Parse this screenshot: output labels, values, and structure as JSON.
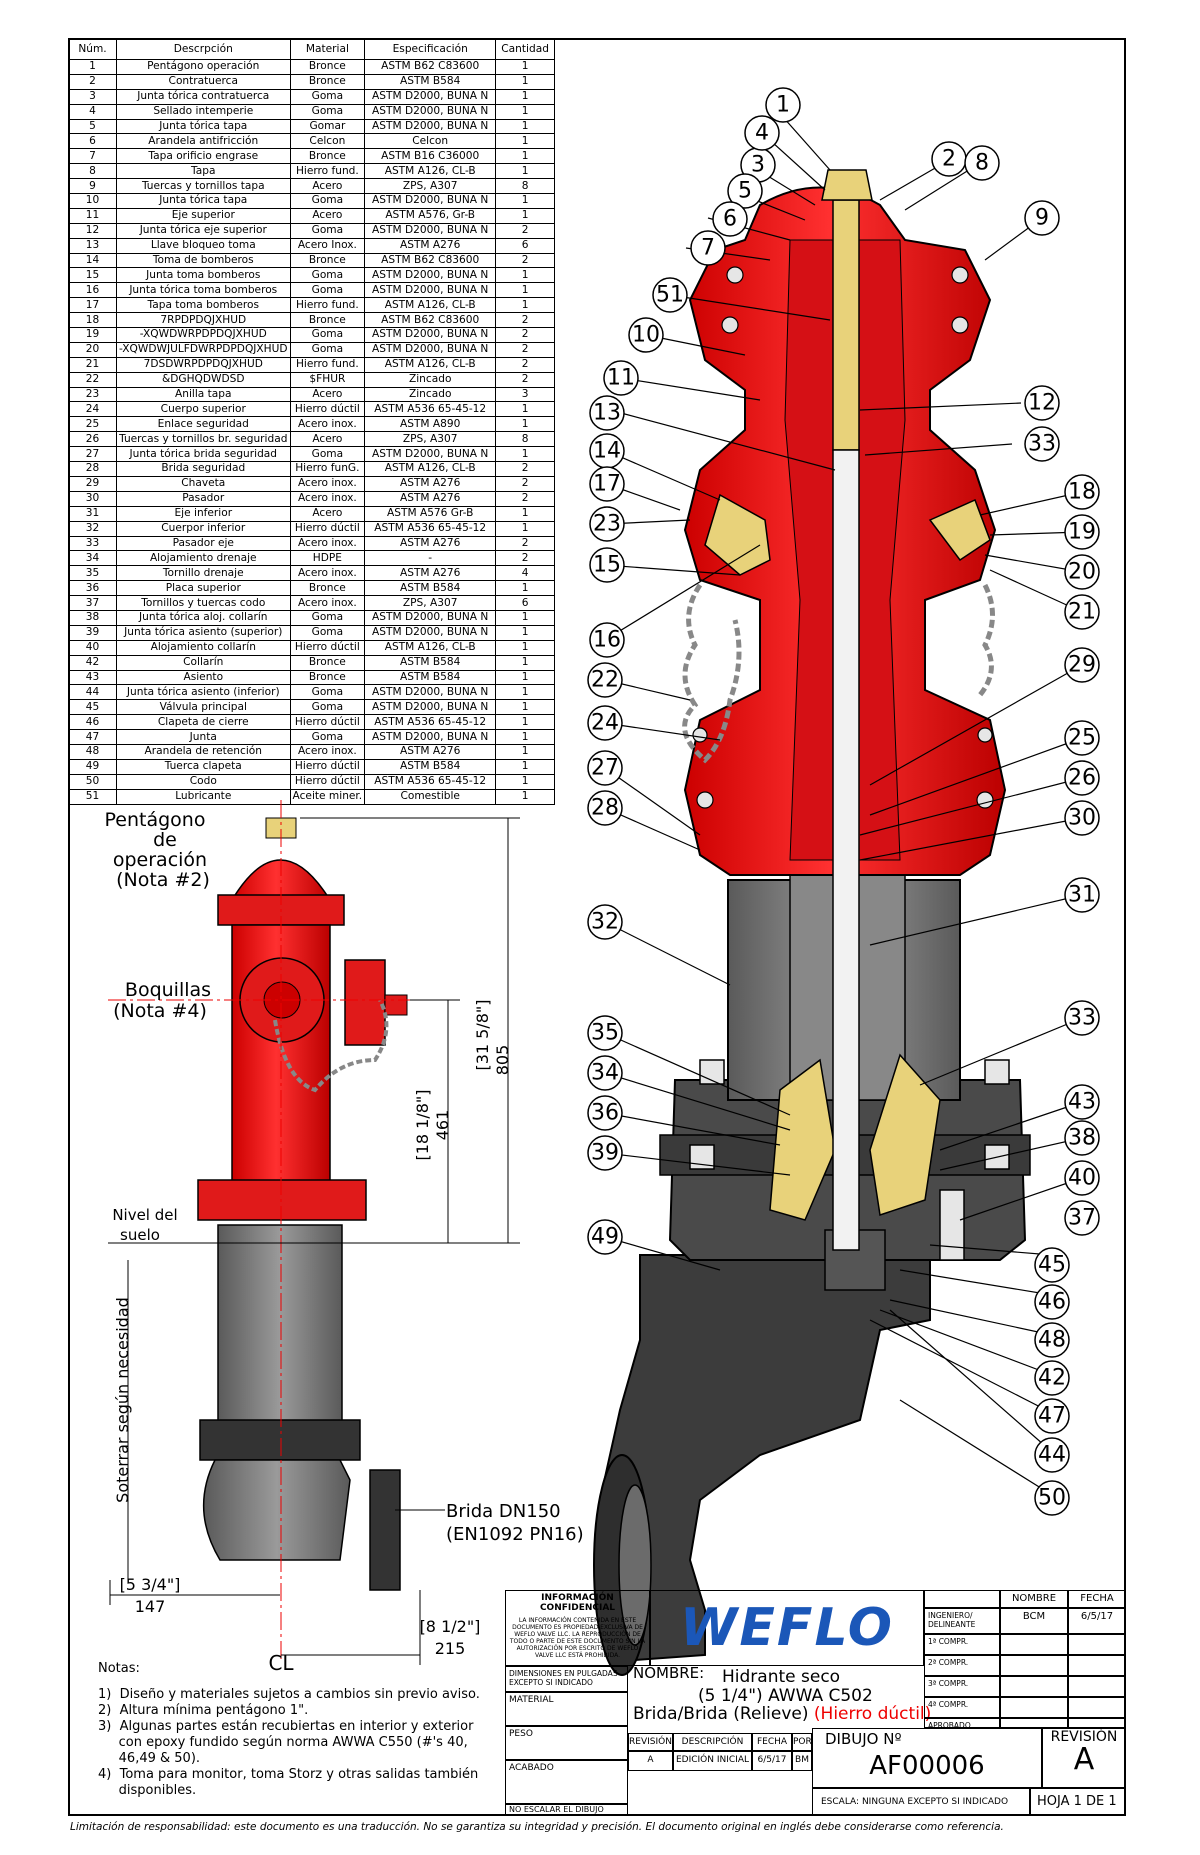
{
  "bom": {
    "headers": [
      "Núm.",
      "Descrpción",
      "Material",
      "Especificación",
      "Cantidad"
    ],
    "rows": [
      [
        "1",
        "Pentágono operación",
        "Bronce",
        "ASTM B62 C83600",
        "1"
      ],
      [
        "2",
        "Contratuerca",
        "Bronce",
        "ASTM B584",
        "1"
      ],
      [
        "3",
        "Junta tórica contratuerca",
        "Goma",
        "ASTM D2000, BUNA N",
        "1"
      ],
      [
        "4",
        "Sellado intemperie",
        "Goma",
        "ASTM D2000, BUNA N",
        "1"
      ],
      [
        "5",
        "Junta tórica tapa",
        "Gomar",
        "ASTM D2000, BUNA N",
        "1"
      ],
      [
        "6",
        "Arandela antifricción",
        "Celcon",
        "Celcon",
        "1"
      ],
      [
        "7",
        "Tapa orificio engrase",
        "Bronce",
        "ASTM B16 C36000",
        "1"
      ],
      [
        "8",
        "Tapa",
        "Hierro fund.",
        "ASTM A126, CL-B",
        "1"
      ],
      [
        "9",
        "Tuercas y tornillos tapa",
        "Acero",
        "ZPS, A307",
        "8"
      ],
      [
        "10",
        "Junta tórica tapa",
        "Goma",
        "ASTM D2000, BUNA N",
        "1"
      ],
      [
        "11",
        "Eje superior",
        "Acero",
        "ASTM A576, Gr-B",
        "1"
      ],
      [
        "12",
        "Junta tórica eje superior",
        "Goma",
        "ASTM D2000, BUNA N",
        "2"
      ],
      [
        "13",
        "Llave bloqueo toma",
        "Acero Inox.",
        "ASTM A276",
        "6"
      ],
      [
        "14",
        "Toma de bomberos",
        "Bronce",
        "ASTM B62 C83600",
        "2"
      ],
      [
        "15",
        "Junta toma bomberos",
        "Goma",
        "ASTM D2000, BUNA N",
        "1"
      ],
      [
        "16",
        "Junta tórica toma bomberos",
        "Goma",
        "ASTM D2000, BUNA N",
        "1"
      ],
      [
        "17",
        "Tapa toma bomberos",
        "Hierro fund.",
        "ASTM A126, CL-B",
        "1"
      ],
      [
        "18",
        "7RPDPDQJXHUD",
        "Bronce",
        "ASTM B62 C83600",
        "2"
      ],
      [
        "19",
        "-XQWDWRPDPDQJXHUD",
        "Goma",
        "ASTM D2000, BUNA N",
        "2"
      ],
      [
        "20",
        "-XQWDWJULFDWRPDPDQJXHUD",
        "Goma",
        "ASTM D2000, BUNA N",
        "2"
      ],
      [
        "21",
        "7DSDWRPDPDQJXHUD",
        "Hierro fund.",
        "ASTM A126, CL-B",
        "2"
      ],
      [
        "22",
        "&DGHQDWDSD",
        "$FHUR",
        "Zincado",
        "2"
      ],
      [
        "23",
        "Anilla tapa",
        "Acero",
        "Zincado",
        "3"
      ],
      [
        "24",
        "Cuerpo superior",
        "Hierro dúctil",
        "ASTM A536 65-45-12",
        "1"
      ],
      [
        "25",
        "Enlace seguridad",
        "Acero inox.",
        "ASTM A890",
        "1"
      ],
      [
        "26",
        "Tuercas y tornillos br. seguridad",
        "Acero",
        "ZPS, A307",
        "8"
      ],
      [
        "27",
        "Junta tórica brida seguridad",
        "Goma",
        "ASTM D2000, BUNA N",
        "1"
      ],
      [
        "28",
        "Brida seguridad",
        "Hierro funG.",
        "ASTM A126, CL-B",
        "2"
      ],
      [
        "29",
        "Chaveta",
        "Acero inox.",
        "ASTM A276",
        "2"
      ],
      [
        "30",
        "Pasador",
        "Acero inox.",
        "ASTM A276",
        "2"
      ],
      [
        "31",
        "Eje inferior",
        "Acero",
        "ASTM A576 Gr-B",
        "1"
      ],
      [
        "32",
        "Cuerpor inferior",
        "Hierro dúctil",
        "ASTM A536 65-45-12",
        "1"
      ],
      [
        "33",
        "Pasador eje",
        "Acero inox.",
        "ASTM A276",
        "2"
      ],
      [
        "34",
        "Alojamiento drenaje",
        "HDPE",
        "-",
        "2"
      ],
      [
        "35",
        "Tornillo drenaje",
        "Acero inox.",
        "ASTM A276",
        "4"
      ],
      [
        "36",
        "Placa superior",
        "Bronce",
        "ASTM B584",
        "1"
      ],
      [
        "37",
        "Tornillos y tuercas codo",
        "Acero inox.",
        "ZPS, A307",
        "6"
      ],
      [
        "38",
        "Junta tórica aloj. collarín",
        "Goma",
        "ASTM D2000, BUNA N",
        "1"
      ],
      [
        "39",
        "Junta tórica asiento (superior)",
        "Goma",
        "ASTM D2000, BUNA N",
        "1"
      ],
      [
        "40",
        "Alojamiento collarín",
        "Hierro dúctil",
        "ASTM A126, CL-B",
        "1"
      ],
      [
        "42",
        "Collarín",
        "Bronce",
        "ASTM B584",
        "1"
      ],
      [
        "43",
        "Asiento",
        "Bronce",
        "ASTM B584",
        "1"
      ],
      [
        "44",
        "Junta tórica asiento (inferior)",
        "Goma",
        "ASTM D2000, BUNA N",
        "1"
      ],
      [
        "45",
        "Válvula principal",
        "Goma",
        "ASTM D2000, BUNA N",
        "1"
      ],
      [
        "46",
        "Clapeta de cierre",
        "Hierro dúctil",
        "ASTM A536 65-45-12",
        "1"
      ],
      [
        "47",
        "Junta",
        "Goma",
        "ASTM D2000, BUNA N",
        "1"
      ],
      [
        "48",
        "Arandela de retención",
        "Acero inox.",
        "ASTM A276",
        "1"
      ],
      [
        "49",
        "Tuerca clapeta",
        "Hierro dúctil",
        "ASTM B584",
        "1"
      ],
      [
        "50",
        "Codo",
        "Hierro dúctil",
        "ASTM A536 65-45-12",
        "1"
      ],
      [
        "51",
        "Lubricante",
        "Aceite miner.",
        "Comestible",
        "1"
      ]
    ]
  },
  "side_view": {
    "operating_nut_label": [
      "Pentágono",
      "de",
      "operación",
      "(Nota #2)"
    ],
    "nozzle_label": [
      "Boquillas",
      "(Nota #4)"
    ],
    "ground_label": [
      "Nivel del",
      "suelo"
    ],
    "bury_label": "Soterrar según necesidad",
    "flange_label": [
      "Brida DN150",
      "(EN1092 PN16)"
    ],
    "dim_total_in": "[31 5/8\"]",
    "dim_total_mm": "805",
    "dim_nozzle_in": "[18 1/8\"]",
    "dim_nozzle_mm": "461",
    "dim_base_in": "[5 3/4\"]",
    "dim_base_mm": "147",
    "dim_flange_in": "[8 1/2\"]",
    "dim_flange_mm": "215",
    "centerline": "CL"
  },
  "callouts": [
    "1",
    "2",
    "3",
    "4",
    "5",
    "6",
    "7",
    "8",
    "9",
    "10",
    "11",
    "12",
    "13",
    "14",
    "15",
    "16",
    "17",
    "18",
    "19",
    "20",
    "21",
    "22",
    "23",
    "24",
    "25",
    "26",
    "27",
    "28",
    "29",
    "30",
    "31",
    "32",
    "33",
    "33",
    "34",
    "35",
    "36",
    "37",
    "38",
    "39",
    "40",
    "42",
    "43",
    "44",
    "45",
    "46",
    "47",
    "48",
    "49",
    "50",
    "51"
  ],
  "notes": {
    "title": "Notas:",
    "items": [
      "1)  Diseño y materiales sujetos a cambios sin previo aviso.",
      "2)  Altura mínima pentágono 1\".",
      "3)  Algunas partes están recubiertas en interior y exterior",
      "     con epoxy fundido según norma AWWA C550 (#'s 40,",
      "     46,49 & 50).",
      "4)  Toma para monitor, toma Storz y otras salidas también",
      "     disponibles."
    ]
  },
  "title_block": {
    "confidential_title": "INFORMACIÓN CONFIDENCIAL",
    "confidential_text": "LA INFORMACIÓN CONTENIDA EN ESTE DOCUMENTO ES PROPIEDAD EXCLUSIVA DE WEFLO VALVE LLC. LA REPRODUCCIÓN DE TODO O PARTE DE ESTE DOCUMENTO SIN LA AUTORIZACIÓN POR ESCRITO DE WEFLO VALVE LLC ESTÁ PROHIBIDA.",
    "logo": "WEFLO",
    "units": "DIMENSIONES EN PULGADAS EXCEPTO SI INDICADO",
    "material": "MATERIAL",
    "weight": "PESO",
    "finish": "ACABADO",
    "no_scale": "NO ESCALAR EL DIBUJO",
    "name_label": "NOMBRE:",
    "name_line1": "Hidrante seco",
    "name_line2": "(5 1/4\") AWWA C502",
    "name_line3": "Brida/Brida (Relieve)",
    "name_line3_red": "(Hierro dúctil)",
    "hdr_name": "NOMBRE",
    "hdr_date": "FECHA",
    "engineer_label": "INGENIERO/ DELINEANTE",
    "engineer": "BCM",
    "engineer_date": "6/5/17",
    "comp1": "1ª COMPR.",
    "comp2": "2ª COMPR.",
    "comp3": "3ª COMPR.",
    "comp4": "4ª COMPR.",
    "approved": "APROBADO",
    "rev_hdr": [
      "REVISIÓN",
      "DESCRIPCIÓN",
      "FECHA",
      "POR"
    ],
    "rev_row": [
      "A",
      "EDICIÓN INICIAL",
      "6/5/17",
      "BM"
    ],
    "drawing_label": "DIBUJO Nº",
    "drawing_number": "AF00006",
    "revision_label": "REVISIÓN",
    "revision": "A",
    "scale": "ESCALA: NINGUNA EXCEPTO SI INDICADO",
    "sheet": "HOJA 1 DE 1"
  },
  "disclaimer": "Limitación de responsabilidad: este documento es una traducción. No se garantiza su integridad y precisión. El documento original en inglés debe considerarse como referencia.",
  "colors": {
    "red": "#e8141c",
    "brass": "#e8d27a",
    "gray": "#8a8a8a",
    "dark": "#3a3a3a",
    "logo": "#1b57b8"
  }
}
